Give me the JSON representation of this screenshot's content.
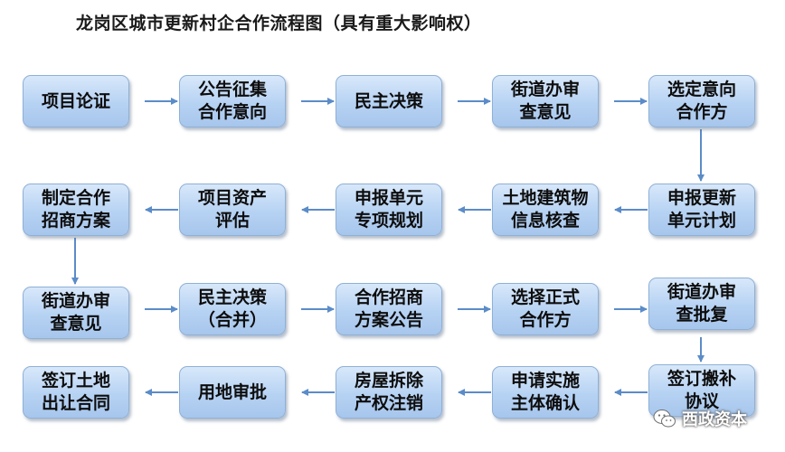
{
  "title": "龙岗区城市更新村企合作流程图（具有重大影响权）",
  "nodes": {
    "r1c1": {
      "line1": "项目论证",
      "line2": ""
    },
    "r1c2": {
      "line1": "公告征集",
      "line2": "合作意向"
    },
    "r1c3": {
      "line1": "民主决策",
      "line2": ""
    },
    "r1c4": {
      "line1": "街道办审",
      "line2": "查意见"
    },
    "r1c5": {
      "line1": "选定意向",
      "line2": "合作方"
    },
    "r2c5": {
      "line1": "申报更新",
      "line2": "单元计划"
    },
    "r2c4": {
      "line1": "土地建筑物",
      "line2": "信息核查"
    },
    "r2c3": {
      "line1": "申报单元",
      "line2": "专项规划"
    },
    "r2c2": {
      "line1": "项目资产",
      "line2": "评估"
    },
    "r2c1": {
      "line1": "制定合作",
      "line2": "招商方案"
    },
    "r3c1": {
      "line1": "街道办审",
      "line2": "查意见"
    },
    "r3c2": {
      "line1": "民主决策",
      "line2": "（合并）"
    },
    "r3c3": {
      "line1": "合作招商",
      "line2": "方案公告"
    },
    "r3c4": {
      "line1": "选择正式",
      "line2": "合作方"
    },
    "r3c5": {
      "line1": "街道办审",
      "line2": "查批复"
    },
    "r4c5": {
      "line1": "签订搬补",
      "line2": "协议"
    },
    "r4c4": {
      "line1": "申请实施",
      "line2": "主体确认"
    },
    "r4c3": {
      "line1": "房屋拆除",
      "line2": "产权注销"
    },
    "r4c2": {
      "line1": "用地审批",
      "line2": ""
    },
    "r4c1": {
      "line1": "签订土地",
      "line2": "出让合同"
    }
  },
  "watermark": {
    "text": "西政资本",
    "icon": "wechat-icon"
  },
  "colors": {
    "node_fill": "#b6d2f3",
    "node_border": "#8fb0d6",
    "arrow": "#5b8cc8"
  }
}
